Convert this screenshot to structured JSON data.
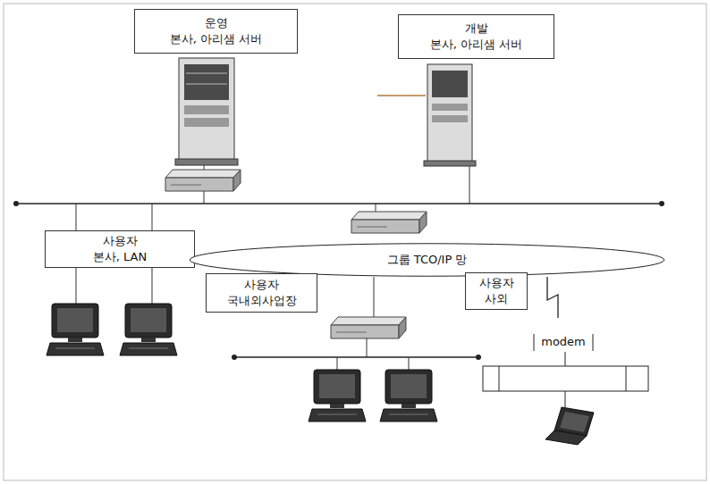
{
  "diagram": {
    "nodes": [
      {
        "text": [
          "운영",
          "본사, 아리샘 서버"
        ]
      },
      {
        "text": [
          "개발",
          "본사, 아리샘 서버"
        ]
      },
      {
        "text": [
          "사용자",
          "본사, LAN"
        ]
      },
      {
        "text": [
          "그룹 TCO/IP 망"
        ]
      },
      {
        "text": [
          "사용자",
          "국내외사업장"
        ]
      },
      {
        "text": [
          "사용자",
          "사외"
        ]
      }
    ],
    "labels": [
      "modem"
    ]
  }
}
